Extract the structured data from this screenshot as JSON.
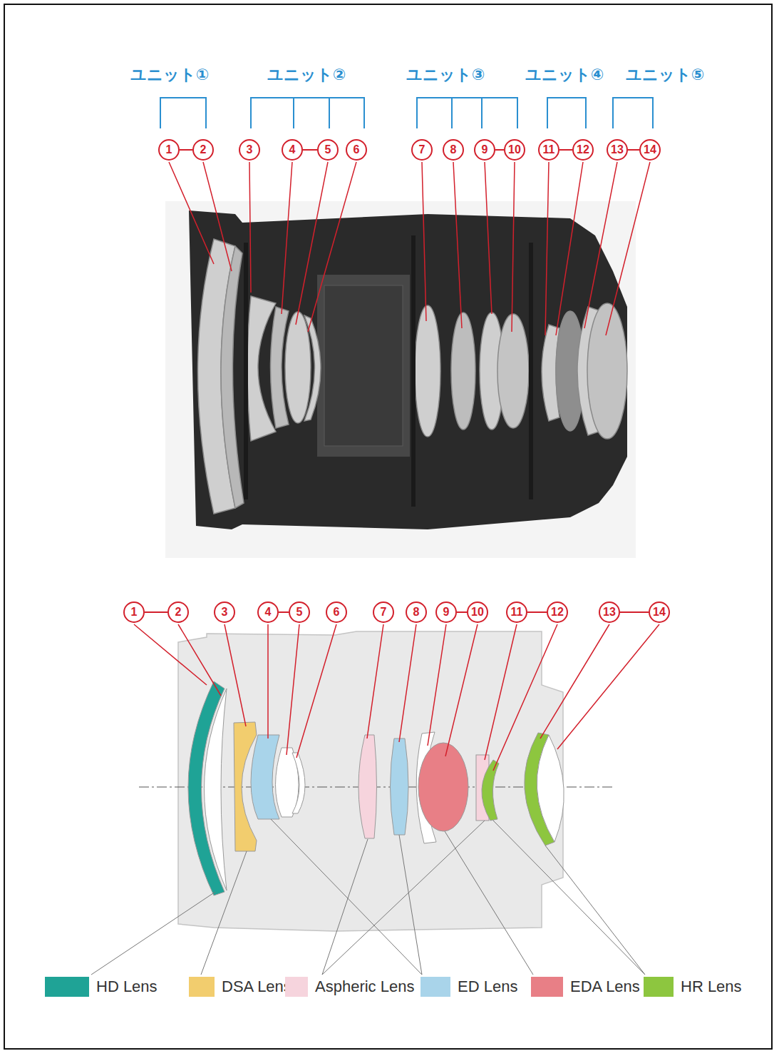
{
  "diagram": {
    "nodes": [
      {
        "text": [
          "1"
        ]
      },
      {
        "text": [
          "2"
        ]
      },
      {
        "text": [
          "3"
        ]
      },
      {
        "text": [
          "4"
        ]
      },
      {
        "text": [
          "5"
        ]
      },
      {
        "text": [
          "6"
        ]
      },
      {
        "text": [
          "7"
        ]
      },
      {
        "text": [
          "8"
        ]
      },
      {
        "text": [
          "9"
        ]
      },
      {
        "text": [
          "10"
        ]
      },
      {
        "text": [
          "11"
        ]
      },
      {
        "text": [
          "12"
        ]
      },
      {
        "text": [
          "13"
        ]
      },
      {
        "text": [
          "14"
        ]
      },
      {
        "text": [
          "1"
        ]
      },
      {
        "text": [
          "2"
        ]
      },
      {
        "text": [
          "3"
        ]
      },
      {
        "text": [
          "4"
        ]
      },
      {
        "text": [
          "5"
        ]
      },
      {
        "text": [
          "6"
        ]
      },
      {
        "text": [
          "7"
        ]
      },
      {
        "text": [
          "8"
        ]
      },
      {
        "text": [
          "9"
        ]
      },
      {
        "text": [
          "10"
        ]
      },
      {
        "text": [
          "11"
        ]
      },
      {
        "text": [
          "12"
        ]
      },
      {
        "text": [
          "13"
        ]
      },
      {
        "text": [
          "14"
        ]
      }
    ],
    "edges": [
      {
        "from": 0,
        "to": 1,
        "arrow": "none"
      },
      {
        "from": 3,
        "to": 4,
        "arrow": "none"
      },
      {
        "from": 8,
        "to": 9,
        "arrow": "none"
      },
      {
        "from": 10,
        "to": 11,
        "arrow": "none"
      },
      {
        "from": 12,
        "to": 13,
        "arrow": "none"
      },
      {
        "from": 14,
        "to": 15,
        "arrow": "none"
      },
      {
        "from": 17,
        "to": 18,
        "arrow": "none"
      },
      {
        "from": 22,
        "to": 23,
        "arrow": "none"
      },
      {
        "from": 24,
        "to": 25,
        "arrow": "none"
      },
      {
        "from": 26,
        "to": 27,
        "arrow": "none"
      }
    ],
    "labels": [
      "ユニット①",
      "ユニット②",
      "ユニット③",
      "ユニット④",
      "ユニット⑤"
    ],
    "legend": [
      {
        "text": "HD Lens",
        "color": "#1fa396"
      },
      {
        "text": "DSA Lens",
        "color": "#f2cd6e"
      },
      {
        "text": "Aspheric Lens",
        "color": "#f6d4dd"
      },
      {
        "text": "ED Lens",
        "color": "#a9d4ea"
      },
      {
        "text": "EDA Lens",
        "color": "#e87f86"
      },
      {
        "text": "HR Lens",
        "color": "#8dc63f"
      }
    ]
  }
}
